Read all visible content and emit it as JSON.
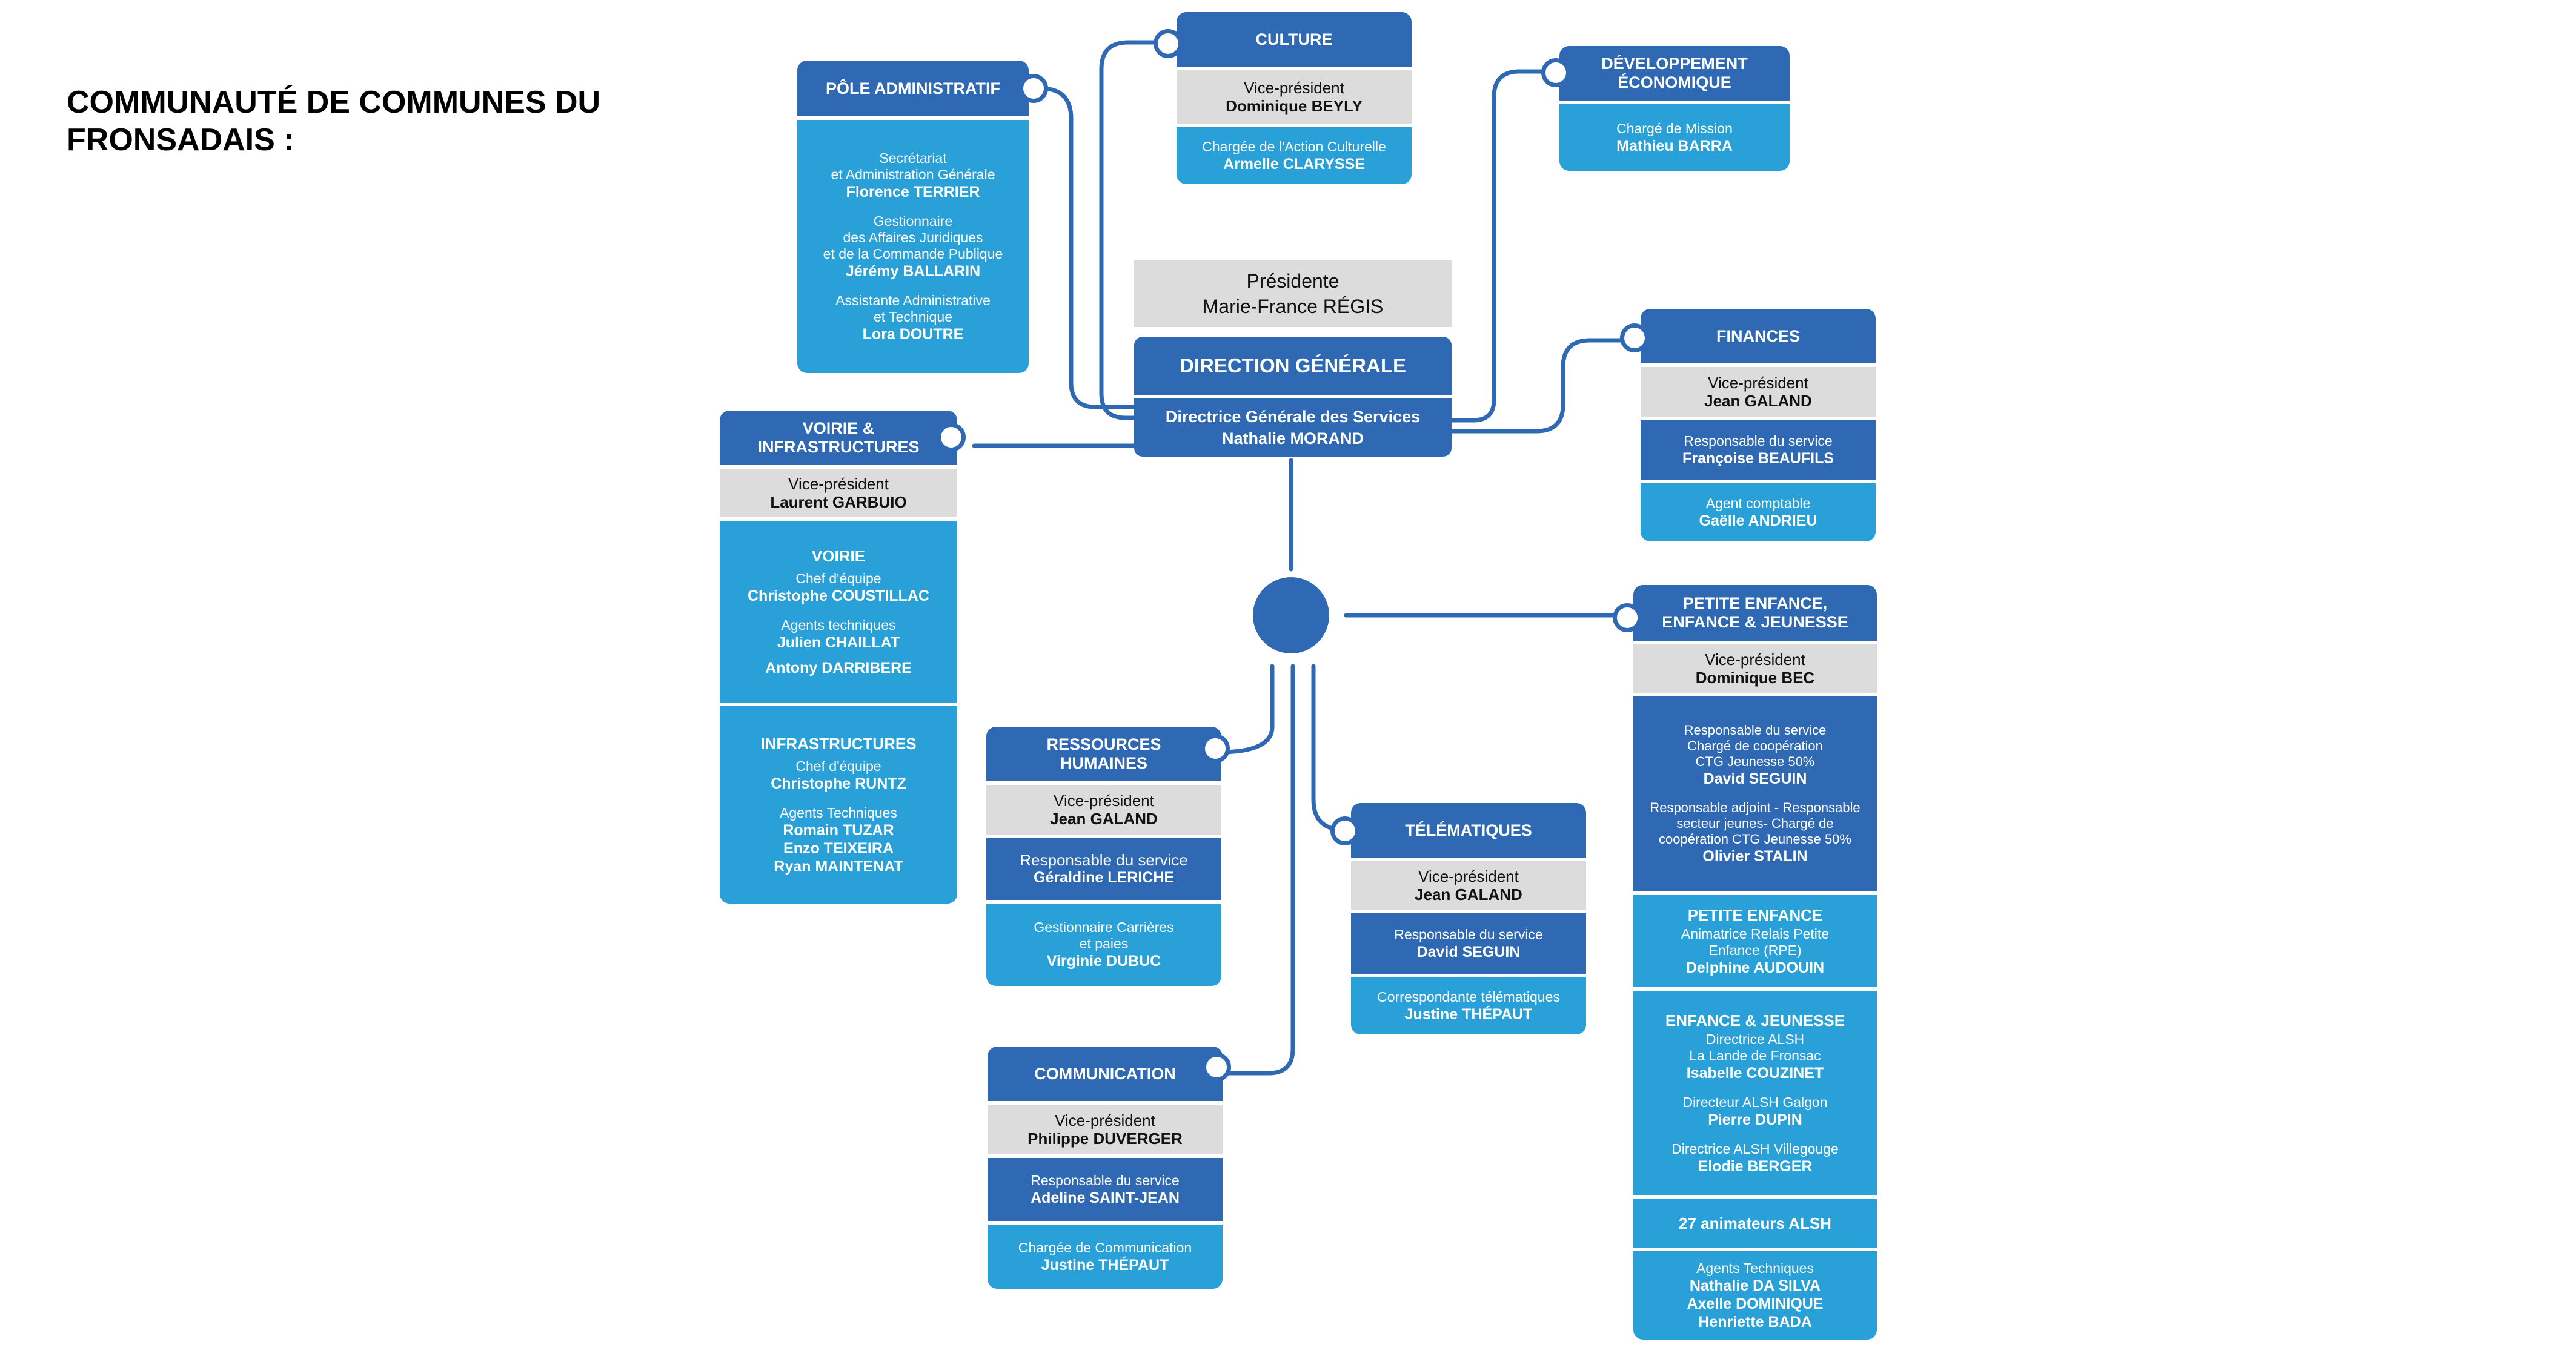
{
  "title": "COMMUNAUTÉ DE COMMUNES DU FRONSADAIS :",
  "colors": {
    "dark": "#2f68b3",
    "light": "#29a0d8",
    "gray": "#dcdcdc"
  },
  "presidence": {
    "role": "Présidente",
    "name": "Marie-France RÉGIS"
  },
  "direction": {
    "title": "DIRECTION GÉNÉRALE",
    "role": "Directrice Générale des Services",
    "name": "Nathalie MORAND"
  },
  "pole_admin": {
    "title": "PÔLE ADMINISTRATIF",
    "items": [
      {
        "role": "Secrétariat\net Administration Générale",
        "name": "Florence TERRIER"
      },
      {
        "role": "Gestionnaire\ndes Affaires Juridiques\net de la Commande Publique",
        "name": "Jérémy BALLARIN"
      },
      {
        "role": "Assistante Administrative\net Technique",
        "name": "Lora DOUTRE"
      }
    ]
  },
  "culture": {
    "title": "CULTURE",
    "vp": {
      "role": "Vice-président",
      "name": "Dominique BEYLY"
    },
    "staff": {
      "role": "Chargée de l'Action Culturelle",
      "name": "Armelle CLARYSSE"
    }
  },
  "dev_eco": {
    "title": "DÉVELOPPEMENT\nÉCONOMIQUE",
    "staff": {
      "role": "Chargé de Mission",
      "name": "Mathieu BARRA"
    }
  },
  "finances": {
    "title": "FINANCES",
    "vp": {
      "role": "Vice-président",
      "name": "Jean GALAND"
    },
    "resp": {
      "role": "Responsable du service",
      "name": "Françoise BEAUFILS"
    },
    "agent": {
      "role": "Agent comptable",
      "name": "Gaëlle ANDRIEU"
    }
  },
  "voirie": {
    "title": "VOIRIE &\nINFRASTRUCTURES",
    "vp": {
      "role": "Vice-président",
      "name": "Laurent GARBUIO"
    },
    "voirie": {
      "title": "VOIRIE",
      "chef_role": "Chef d'équipe",
      "chef_name": "Christophe COUSTILLAC",
      "agents_role": "Agents techniques",
      "agent1": "Julien CHAILLAT",
      "agent2": "Antony DARRIBERE"
    },
    "infra": {
      "title": "INFRASTRUCTURES",
      "chef_role": "Chef d'équipe",
      "chef_name": "Christophe RUNTZ",
      "agents_role": "Agents Techniques",
      "agent1": "Romain TUZAR",
      "agent2": "Enzo TEIXEIRA",
      "agent3": "Ryan MAINTENAT"
    }
  },
  "rh": {
    "title": "RESSOURCES\nHUMAINES",
    "vp": {
      "role": "Vice-président",
      "name": "Jean GALAND"
    },
    "resp": {
      "role": "Responsable du service",
      "name": "Géraldine LERICHE"
    },
    "staff": {
      "role": "Gestionnaire Carrières\net paies",
      "name": "Virginie DUBUC"
    }
  },
  "telematiques": {
    "title": "TÉLÉMATIQUES",
    "vp": {
      "role": "Vice-président",
      "name": "Jean GALAND"
    },
    "resp": {
      "role": "Responsable du service",
      "name": "David SEGUIN"
    },
    "staff": {
      "role": "Correspondante télématiques",
      "name": "Justine THÉPAUT"
    }
  },
  "communication": {
    "title": "COMMUNICATION",
    "vp": {
      "role": "Vice-président",
      "name": "Philippe DUVERGER"
    },
    "resp": {
      "role": "Responsable du service",
      "name": "Adeline SAINT-JEAN"
    },
    "staff": {
      "role": "Chargée de Communication",
      "name": "Justine THÉPAUT"
    }
  },
  "petite_enfance": {
    "title": "PETITE ENFANCE,\nENFANCE & JEUNESSE",
    "vp": {
      "role": "Vice-président",
      "name": "Dominique BEC"
    },
    "resp": {
      "role": "Responsable du service\nChargé de coopération\nCTG Jeunesse 50%",
      "name": "David SEGUIN"
    },
    "adjoint": {
      "role": "Responsable adjoint - Responsable\nsecteur jeunes- Chargé de\ncoopération CTG Jeunesse 50%",
      "name": "Olivier STALIN"
    },
    "pe": {
      "title": "PETITE ENFANCE",
      "role": "Animatrice Relais Petite\nEnfance (RPE)",
      "name": "Delphine AUDOUIN"
    },
    "ej": {
      "title": "ENFANCE & JEUNESSE",
      "items": [
        {
          "role": "Directrice ALSH\nLa Lande de Fronsac",
          "name": "Isabelle COUZINET"
        },
        {
          "role": "Directeur ALSH Galgon",
          "name": "Pierre DUPIN"
        },
        {
          "role": "Directrice ALSH Villegouge",
          "name": "Elodie BERGER"
        }
      ]
    },
    "animateurs": "27 animateurs ALSH",
    "agents": {
      "role": "Agents Techniques",
      "name1": "Nathalie DA SILVA",
      "name2": "Axelle DOMINIQUE",
      "name3": "Henriette BADA"
    }
  }
}
